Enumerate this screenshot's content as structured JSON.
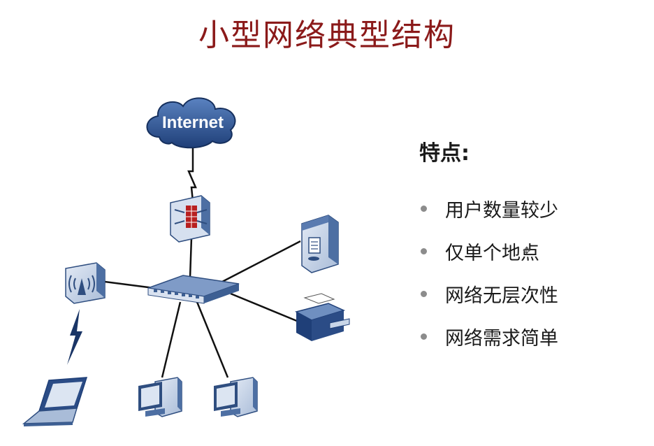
{
  "title": "小型网络典型结构",
  "diagram": {
    "cloud_label": "Internet",
    "nodes": [
      {
        "name": "internet-cloud-icon",
        "kind": "cloud"
      },
      {
        "name": "firewall-icon",
        "kind": "firewall"
      },
      {
        "name": "switch-icon",
        "kind": "switch"
      },
      {
        "name": "wireless-ap-icon",
        "kind": "access-point"
      },
      {
        "name": "server-icon",
        "kind": "server"
      },
      {
        "name": "printer-icon",
        "kind": "printer"
      },
      {
        "name": "laptop-icon",
        "kind": "laptop"
      },
      {
        "name": "desktop-pc-icon",
        "kind": "desktop"
      },
      {
        "name": "desktop-pc-icon",
        "kind": "desktop"
      }
    ]
  },
  "panel": {
    "heading": "特点:",
    "bullets": [
      "用户数量较少",
      "仅单个地点",
      "网络无层次性",
      "网络需求简单"
    ]
  },
  "colors": {
    "title": "#8b1a1a",
    "device_blue": "#3d5f93",
    "device_light": "#c9d6e8",
    "line": "#111111",
    "bullet_dot": "#8c8c8c"
  }
}
